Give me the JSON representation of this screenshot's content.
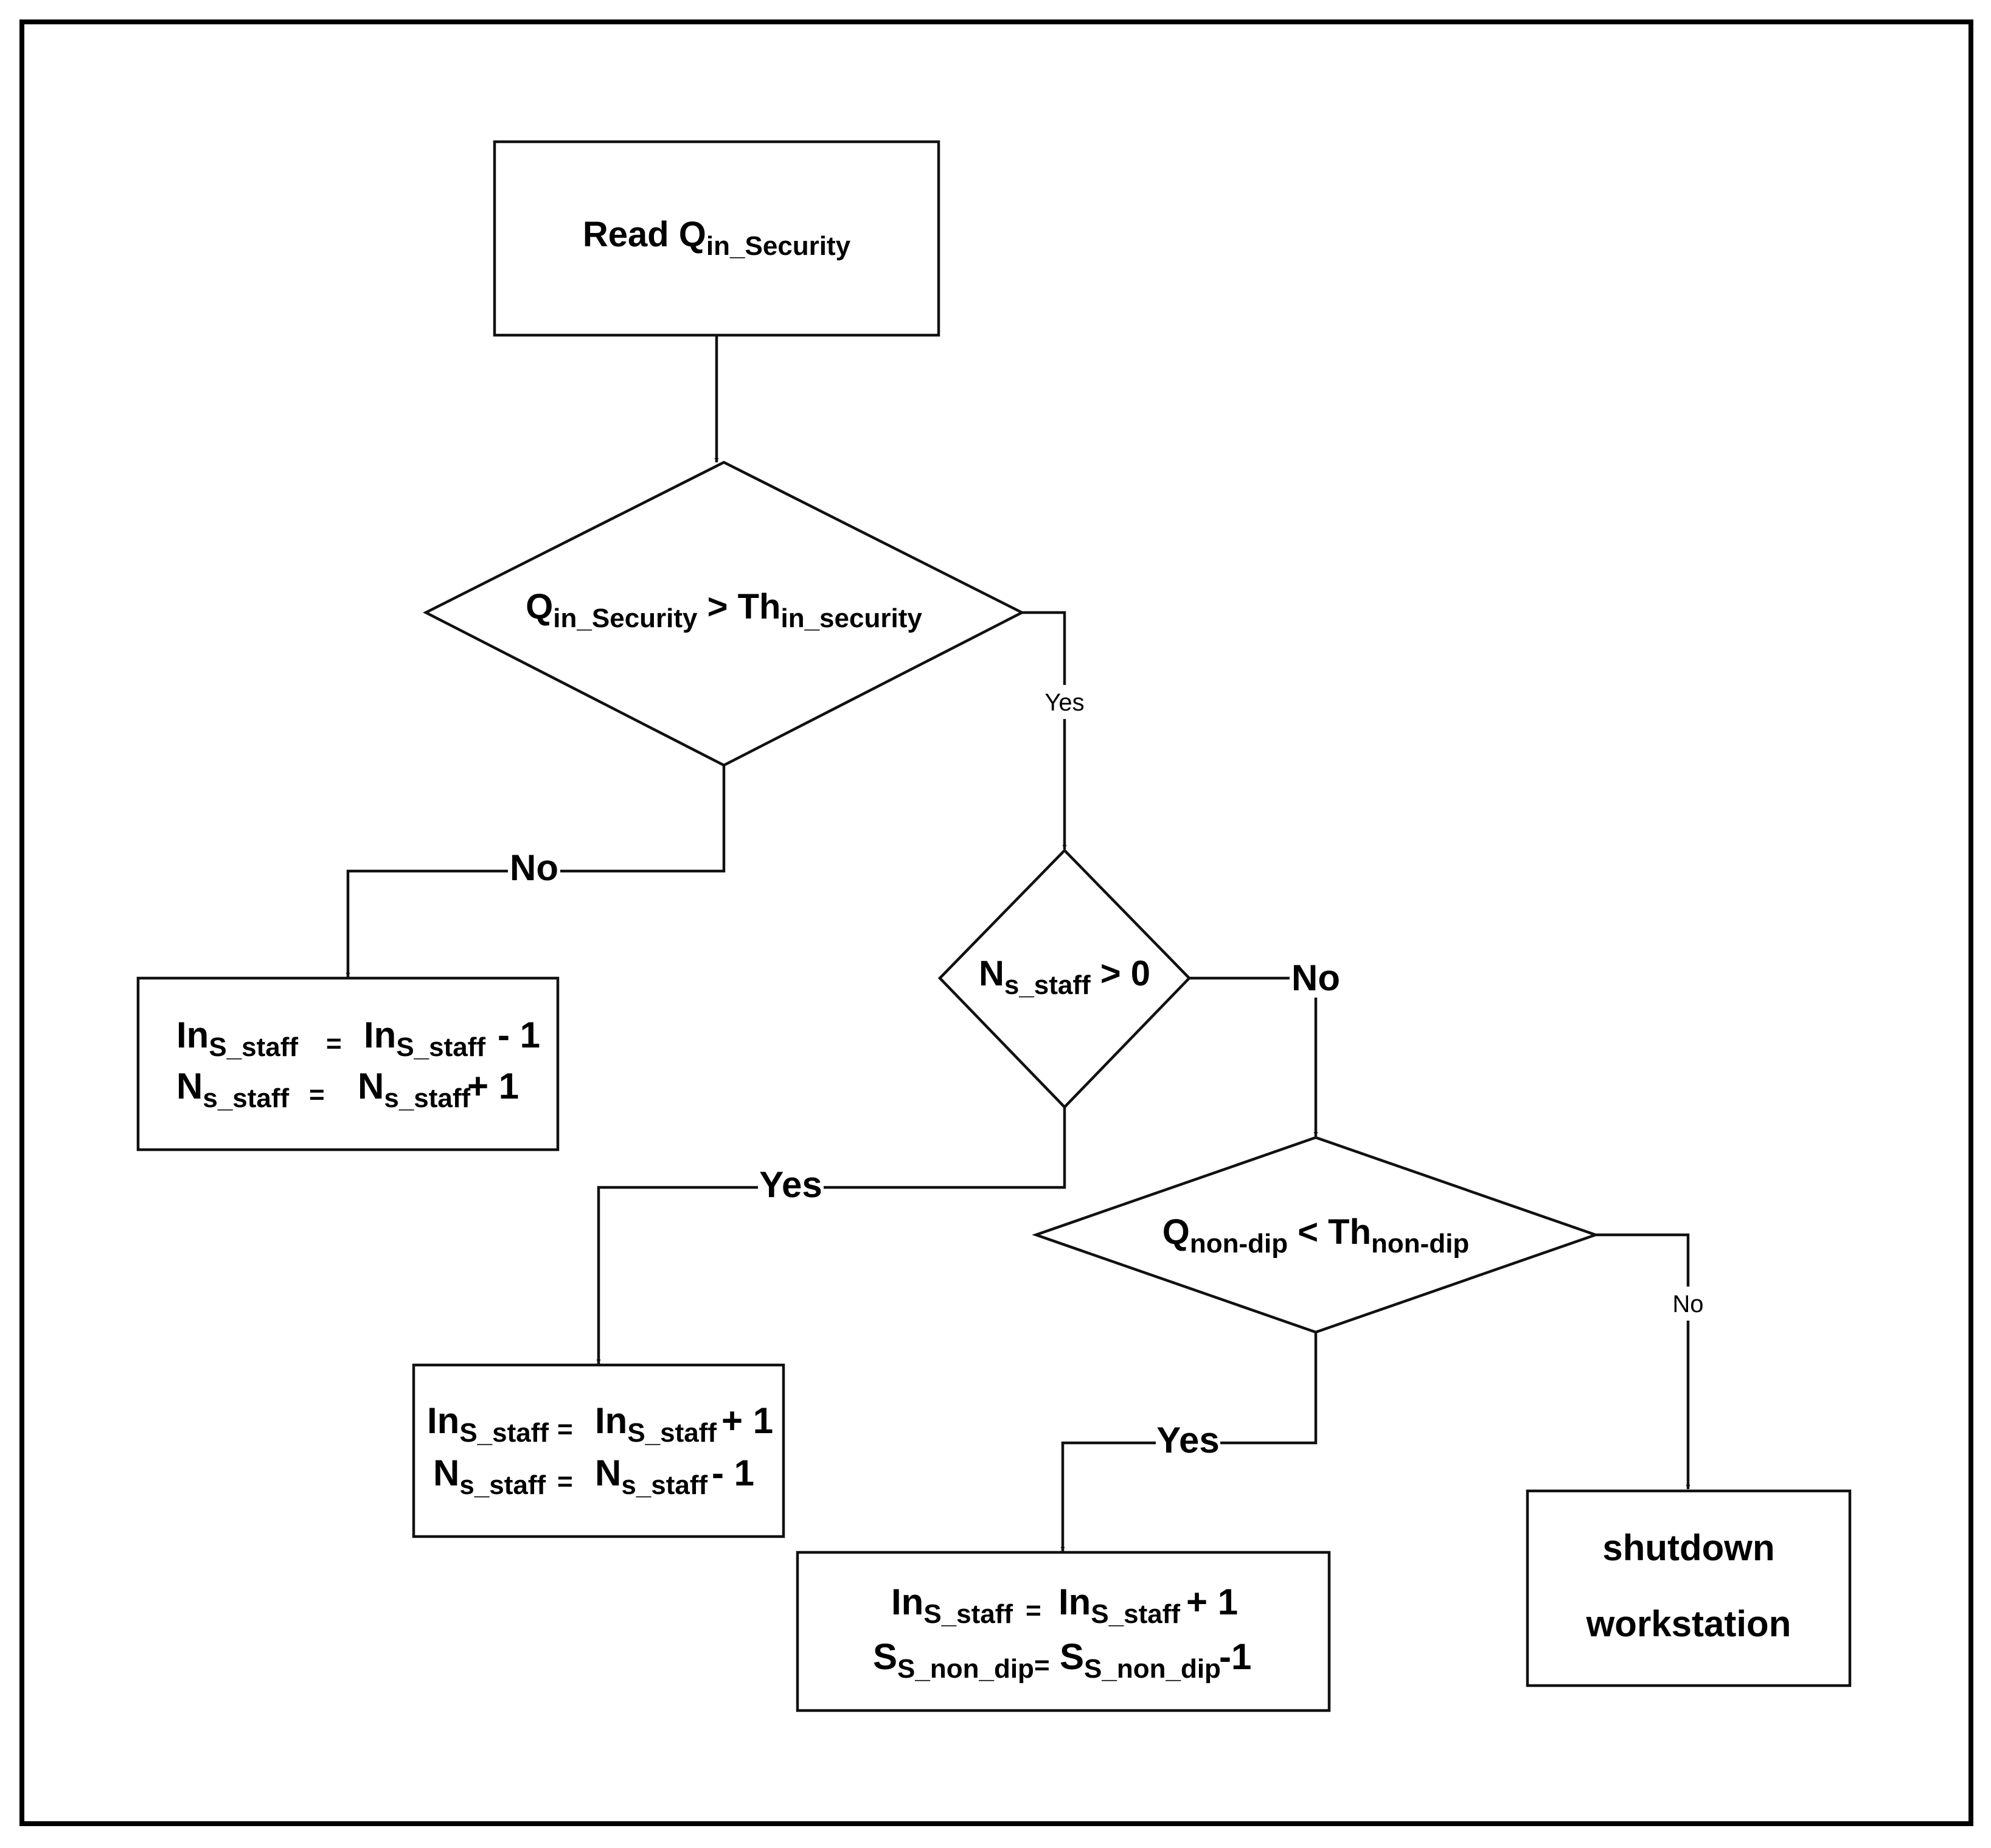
{
  "flowchart": {
    "start_box": {
      "prefix": "Read Q",
      "sub": "in_Security"
    },
    "decision_security": {
      "left_main": "Q",
      "left_sub": "in_Security",
      "operator": " > Th",
      "right_sub": "in_security",
      "yes_label": "Yes",
      "no_label": "No"
    },
    "box_no_security": {
      "line1": {
        "a": "In",
        "a_sub": "S_staff",
        "eq": "=",
        "b": "In",
        "b_sub": "S_staff",
        "tail": "- 1"
      },
      "line2": {
        "a": "N",
        "a_sub": "s_staff",
        "eq": "=",
        "b": "N",
        "b_sub": "s_staff",
        "tail": "+ 1"
      }
    },
    "decision_staff": {
      "main": "N",
      "sub": "s_staff",
      "tail": " > 0",
      "yes_label": "Yes",
      "no_label": "No"
    },
    "box_yes_staff": {
      "line1": {
        "a": "In",
        "a_sub": "S_staff",
        "eq": "=",
        "b": "In",
        "b_sub": "S_staff",
        "tail": "+ 1"
      },
      "line2": {
        "a": "N",
        "a_sub": "s_staff",
        "eq": "=",
        "b": "N",
        "b_sub": "s_staff",
        "tail": "- 1"
      }
    },
    "decision_nondip": {
      "left_main": "Q",
      "left_sub": "non-dip",
      "operator": " < Th",
      "right_sub": "non-dip",
      "yes_label": "Yes",
      "no_label": "No"
    },
    "box_yes_nondip": {
      "line1": {
        "a": "In",
        "a_sub": "S_staff",
        "eq": "=",
        "b": "In",
        "b_sub": "S_staff",
        "tail": "+ 1"
      },
      "line2": {
        "a": "S",
        "a_sub": "S_non_dip",
        "eq": "=",
        "b": "S",
        "b_sub": "S_non_dip",
        "tail": "-1"
      }
    },
    "box_shutdown": {
      "line1": "shutdown",
      "line2": "workstation"
    }
  }
}
